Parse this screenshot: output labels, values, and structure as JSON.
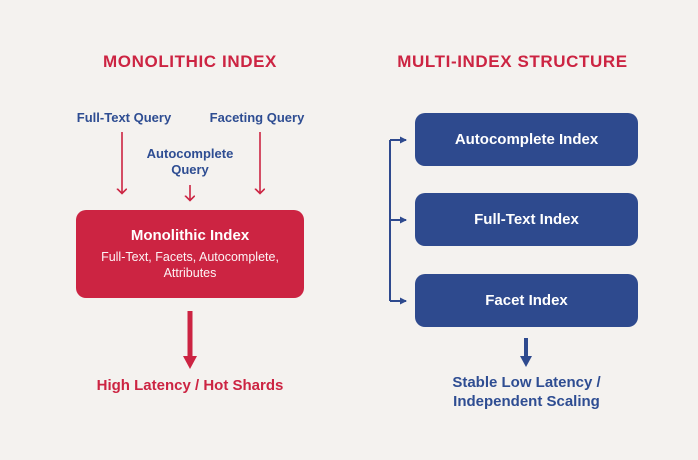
{
  "colors": {
    "background": "#f4f2ef",
    "red": "#cc2442",
    "blue_box": "#2e4a8e",
    "blue_text": "#2e4d92",
    "white": "#ffffff"
  },
  "left": {
    "title": "MONOLITHIC INDEX",
    "queries": {
      "full_text": "Full-Text Query",
      "faceting": "Faceting Query",
      "autocomplete_line1": "Autocomplete",
      "autocomplete_line2": "Query"
    },
    "box": {
      "title": "Monolithic Index",
      "subtitle_line1": "Full-Text, Facets, Autocomplete,",
      "subtitle_line2": "Attributes"
    },
    "outcome": "High Latency / Hot Shards"
  },
  "right": {
    "title": "MULTI-INDEX STRUCTURE",
    "boxes": [
      "Autocomplete Index",
      "Full-Text Index",
      "Facet Index"
    ],
    "outcome_line1": "Stable Low Latency /",
    "outcome_line2": "Independent Scaling"
  }
}
